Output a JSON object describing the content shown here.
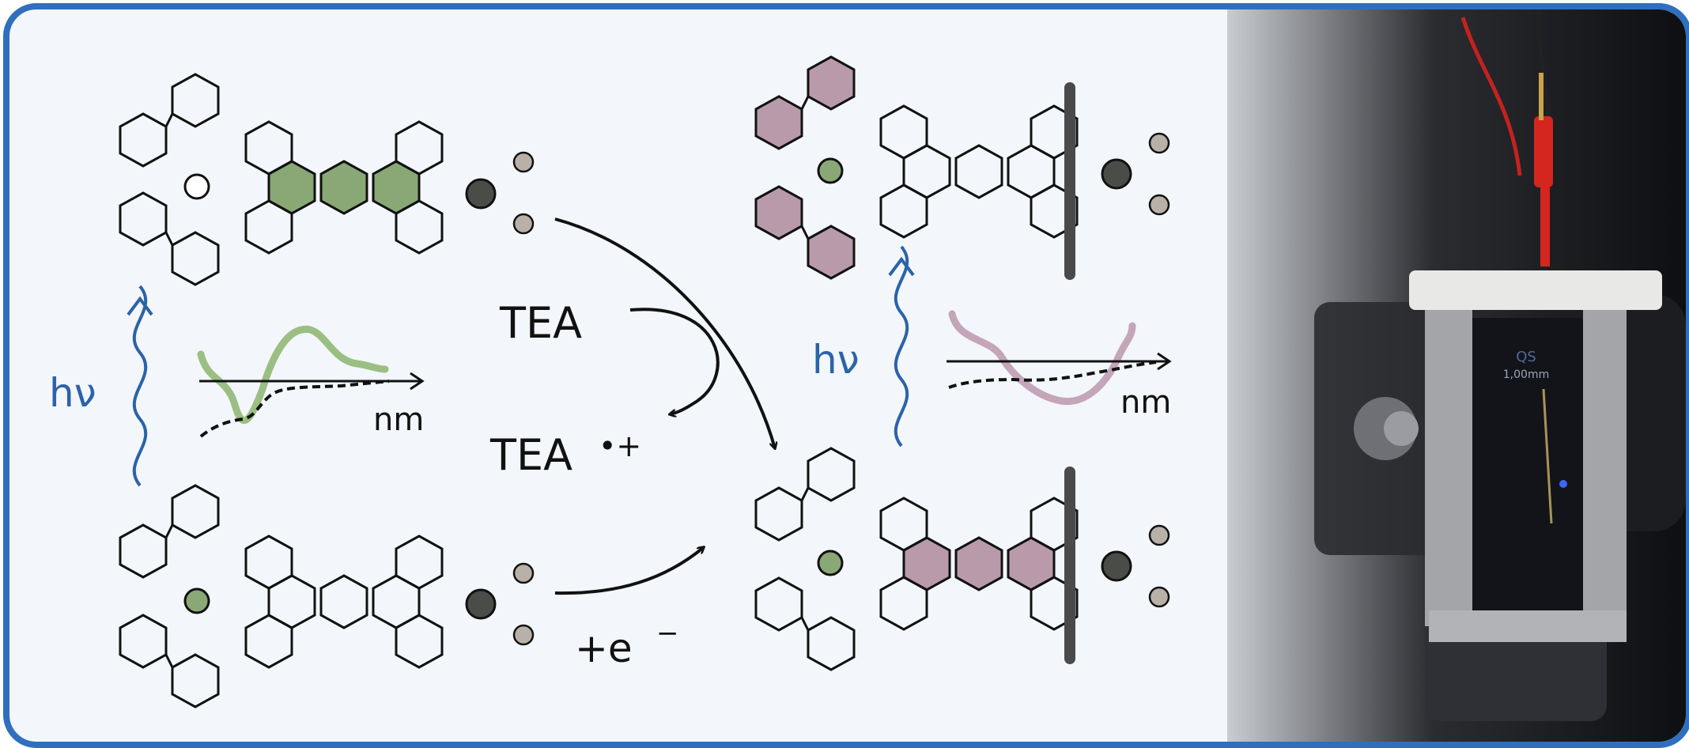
{
  "labels": {
    "hv_left": "hν",
    "hv_right": "hν",
    "nm_left": "nm",
    "nm_right": "nm",
    "tea": "TEA",
    "tea_radical_base": "TEA",
    "tea_radical_sup": "•+",
    "electron": "+e",
    "electron_sup": "−"
  },
  "colors": {
    "frame": "#2f6fbe",
    "background": "#f3f6fa",
    "green": "#8aa876",
    "green_trace": "#9bbf83",
    "purple": "#b89aab",
    "purple_trace": "#c4a5b9",
    "electrode": "#4a4a4a",
    "light": "#2b63a8"
  },
  "photo": {
    "icon": "cuvette-setup-photo",
    "cuvette_text_1": "QS",
    "cuvette_text_2": "1,00mm"
  }
}
